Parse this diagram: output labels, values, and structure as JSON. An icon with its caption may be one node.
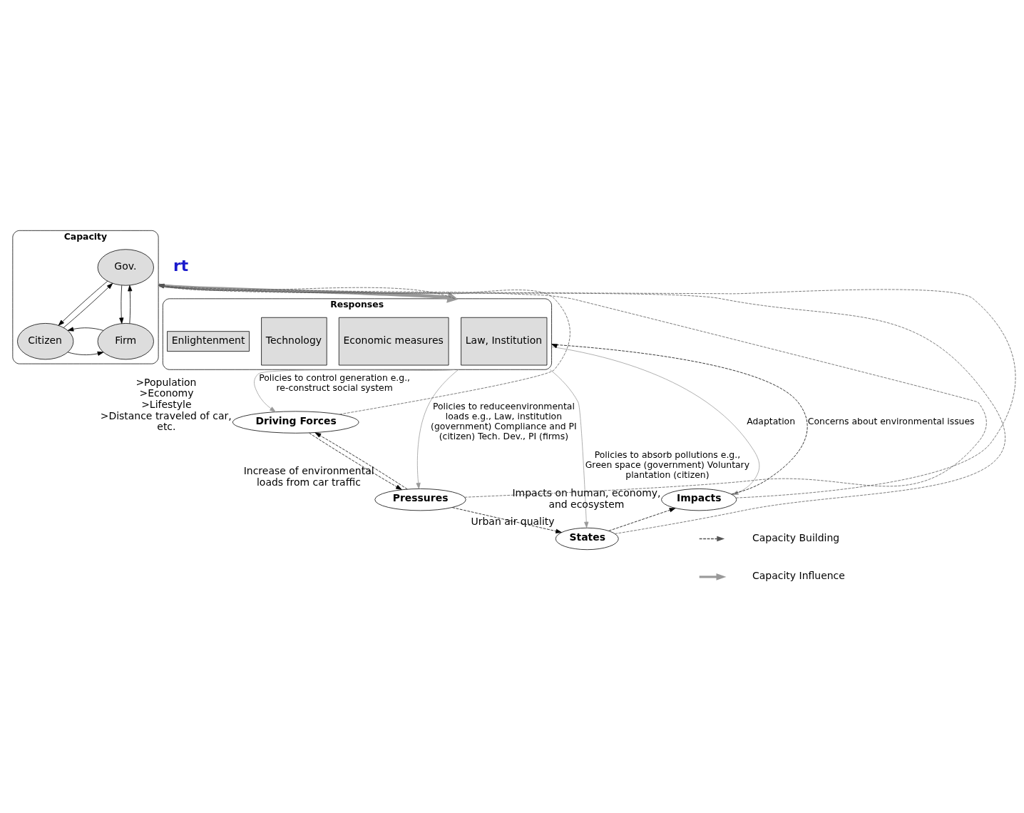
{
  "diagram": {
    "nodes": [
      {
        "text": [
          "Capacity"
        ]
      },
      {
        "text": [
          "Gov."
        ],
        "in": 0
      },
      {
        "text": [
          "Citizen"
        ],
        "in": 0
      },
      {
        "text": [
          "Firm"
        ],
        "in": 0
      },
      {
        "text": [
          "Responses"
        ]
      },
      {
        "text": [
          "Law, Institution"
        ],
        "in": 4
      },
      {
        "text": [
          "Economic measures"
        ],
        "in": 4
      },
      {
        "text": [
          "Technology"
        ],
        "in": 4
      },
      {
        "text": [
          "Enlightenment"
        ],
        "in": 4
      },
      {
        "text": [
          "Driving Forces"
        ],
        "beside": [
          ">Population",
          ">Economy",
          ">Lifestyle",
          ">Distance traveled of car, etc."
        ]
      },
      {
        "text": [
          "Pressures"
        ],
        "beside": [
          "Increase of environmental loads from car traffic"
        ]
      },
      {
        "text": [
          "States"
        ],
        "beside": [
          "Urban air quality"
        ]
      },
      {
        "text": [
          "Impacts"
        ],
        "beside": [
          "Impacts on human, economy, and ecosystem"
        ]
      }
    ],
    "edges": [
      {
        "from": 2,
        "to": 1,
        "arrow": "to"
      },
      {
        "from": 1,
        "to": 2,
        "arrow": "to"
      },
      {
        "from": 1,
        "to": 3,
        "arrow": "to"
      },
      {
        "from": 3,
        "to": 1,
        "arrow": "to"
      },
      {
        "from": 2,
        "to": 3,
        "arrow": "to"
      },
      {
        "from": 3,
        "to": 2,
        "arrow": "to"
      },
      {
        "from": 0,
        "to": 4,
        "arrow": "to",
        "style": "thick",
        "color": "#999999"
      },
      {
        "from": 4,
        "to": 0,
        "arrow": "to",
        "style": "dashed",
        "color": "#555555"
      },
      {
        "from": 4,
        "to": 9,
        "arrow": "to",
        "label": "Policies to control generation e.g., re-construct social system",
        "color": "#999999"
      },
      {
        "from": 4,
        "to": 10,
        "arrow": "to",
        "label": "Policies to reduceenvironmental loads e.g., Law, institution (government) Compliance and PI (citizen) Tech. Dev., PI (firms)",
        "color": "#999999"
      },
      {
        "from": 4,
        "to": 11,
        "arrow": "to",
        "label": "Policies to absorb pollutions e.g., Green space (government) Voluntary plantation (citizen)",
        "color": "#999999"
      },
      {
        "from": 4,
        "to": 12,
        "arrow": "to",
        "label": "Adaptation",
        "color": "#999999"
      },
      {
        "from": 9,
        "to": 0,
        "arrow": "to",
        "style": "dashed",
        "color": "#555555"
      },
      {
        "from": 10,
        "to": 0,
        "arrow": "to",
        "style": "dashed",
        "color": "#555555"
      },
      {
        "from": 12,
        "to": 0,
        "arrow": "to",
        "style": "dashed",
        "color": "#555555"
      },
      {
        "from": 11,
        "to": 0,
        "arrow": "to",
        "style": "dashed",
        "color": "#555555"
      },
      {
        "from": 9,
        "to": 10,
        "arrow": "to",
        "style": "dashed"
      },
      {
        "from": 10,
        "to": 9,
        "arrow": "to",
        "style": "dashed"
      },
      {
        "from": 10,
        "to": 11,
        "arrow": "to",
        "style": "dashed"
      },
      {
        "from": 11,
        "to": 12,
        "arrow": "to",
        "style": "dashed"
      },
      {
        "from": 12,
        "to": 4,
        "arrow": "to",
        "style": "dashed",
        "label": "Concerns about environmental issues"
      }
    ],
    "labels": [
      "rt"
    ],
    "legend": [
      {
        "text": "Capacity Building"
      },
      {
        "text": "Capacity Influence"
      }
    ]
  }
}
